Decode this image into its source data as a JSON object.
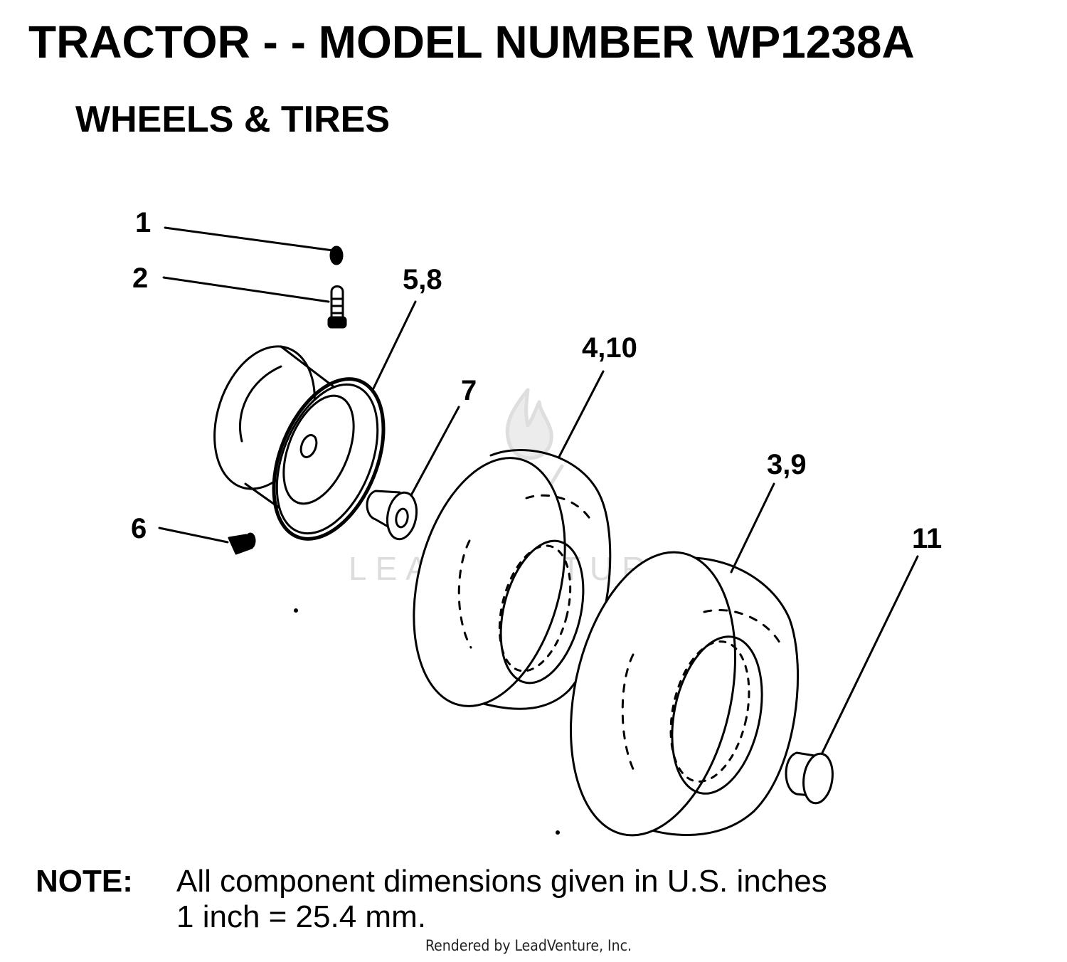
{
  "header": {
    "title": "TRACTOR - - MODEL NUMBER WP1238A",
    "subtitle": "WHEELS & TIRES"
  },
  "callouts": {
    "c1": "1",
    "c2": "2",
    "c3_9": "3,9",
    "c4_10": "4,10",
    "c5_8": "5,8",
    "c6": "6",
    "c7": "7",
    "c11": "11"
  },
  "watermark": {
    "text": "LEADVENTURE"
  },
  "note": {
    "label": "NOTE:",
    "line1": "All component dimensions given in U.S. inches",
    "line2": "1 inch = 25.4 mm."
  },
  "footer": {
    "text": "Rendered by LeadVenture, Inc."
  }
}
